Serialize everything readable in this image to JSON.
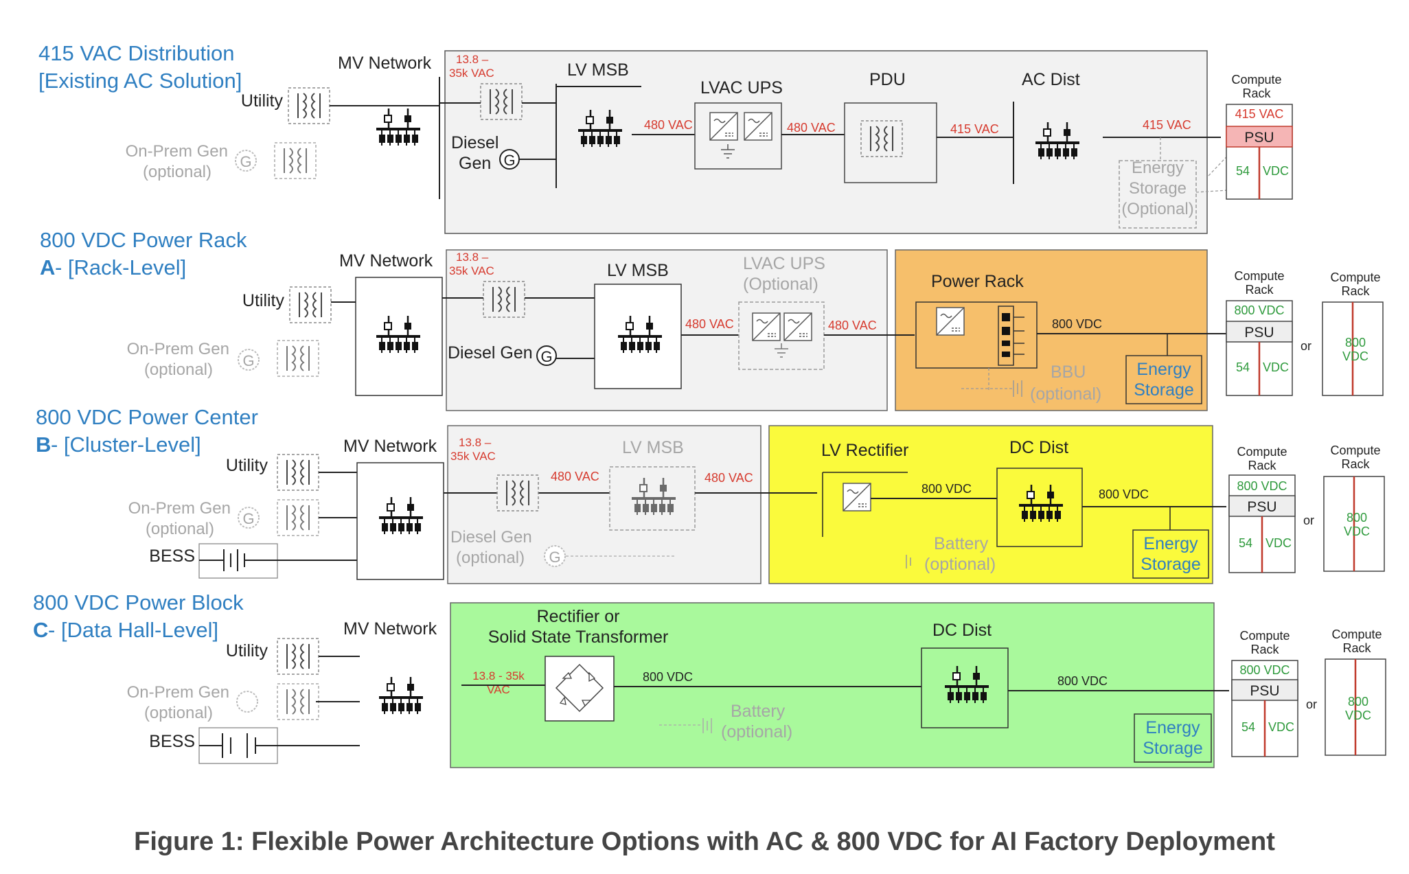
{
  "colors": {
    "title_blue": "#2f7fc1",
    "voltage_red": "#d63a2e",
    "dc_green": "#2e9a3c",
    "gray_text": "#a6a6a6",
    "panel_gray": "#f2f2f2",
    "power_rack_orange": "#f6bf6b",
    "power_center_yellow": "#fafa3c",
    "power_block_green": "#a9f99c",
    "psu_pink": "#f5b5b5"
  },
  "figure_caption": "Figure 1: Flexible Power Architecture Options with AC & 800 VDC for AI Factory Deployment",
  "rows": [
    {
      "title_line1": "415 VAC Distribution",
      "title_line2": "[Existing AC Solution]",
      "utility": "Utility",
      "onprem_line1": "On-Prem Gen",
      "onprem_line2": "(optional)",
      "mv_network": "MV Network",
      "mv_voltage_line1": "13.8 –",
      "mv_voltage_line2": "35k VAC",
      "diesel_line1": "Diesel",
      "diesel_line2": "Gen",
      "gen_symbol": "G",
      "lv_msb": "LV MSB",
      "v_480_a": "480 VAC",
      "lvac_ups": "LVAC UPS",
      "v_480_b": "480 VAC",
      "pdu": "PDU",
      "v_415_a": "415 VAC",
      "ac_dist": "AC Dist",
      "v_415_b": "415 VAC",
      "energy_line1": "Energy",
      "energy_line2": "Storage",
      "energy_line3": "(Optional)",
      "compute_line1": "Compute",
      "compute_line2": "Rack",
      "rack_input": "415 VAC",
      "psu": "PSU",
      "dc_54": "54",
      "dc_vdc": "VDC"
    },
    {
      "title_line1": "800 VDC Power Rack",
      "title_prefix": "A",
      "title_line2": " - [Rack-Level]",
      "utility": "Utility",
      "onprem_line1": "On-Prem Gen",
      "onprem_line2": "(optional)",
      "mv_network": "MV Network",
      "mv_voltage_line1": "13.8 –",
      "mv_voltage_line2": "35k VAC",
      "diesel": "Diesel Gen",
      "gen_symbol": "G",
      "lv_msb": "LV MSB",
      "v_480_a": "480 VAC",
      "lvac_ups_line1": "LVAC UPS",
      "lvac_ups_line2": "(Optional)",
      "v_480_b": "480 VAC",
      "power_rack": "Power Rack",
      "v_800": "800 VDC",
      "bbu_line1": "BBU",
      "bbu_line2": "(optional)",
      "energy_line1": "Energy",
      "energy_line2": "Storage",
      "compute_line1": "Compute",
      "compute_line2": "Rack",
      "rack_input": "800 VDC",
      "psu": "PSU",
      "dc_54": "54",
      "dc_vdc": "VDC",
      "or": "or",
      "alt_compute_line1": "Compute",
      "alt_compute_line2": "Rack",
      "alt_800": "800",
      "alt_vdc": "VDC"
    },
    {
      "title_line1": "800 VDC Power Center",
      "title_prefix": "B",
      "title_line2": " - [Cluster-Level]",
      "utility": "Utility",
      "onprem_line1": "On-Prem Gen",
      "onprem_line2": "(optional)",
      "bess": "BESS",
      "mv_network": "MV Network",
      "mv_voltage_line1": "13.8 –",
      "mv_voltage_line2": "35k VAC",
      "v_480_a": "480 VAC",
      "lv_msb": "LV MSB",
      "diesel_line1": "Diesel Gen",
      "diesel_line2": "(optional)",
      "gen_symbol": "G",
      "v_480_b": "480 VAC",
      "lv_rectifier": "LV Rectifier",
      "v_800_a": "800 VDC",
      "dc_dist": "DC Dist",
      "v_800_b": "800 VDC",
      "battery_line1": "Battery",
      "battery_line2": "(optional)",
      "energy_line1": "Energy",
      "energy_line2": "Storage",
      "compute_line1": "Compute",
      "compute_line2": "Rack",
      "rack_input": "800 VDC",
      "psu": "PSU",
      "dc_54": "54",
      "dc_vdc": "VDC",
      "or": "or",
      "alt_compute_line1": "Compute",
      "alt_compute_line2": "Rack",
      "alt_800": "800",
      "alt_vdc": "VDC"
    },
    {
      "title_line1": "800 VDC Power Block",
      "title_prefix": "C",
      "title_line2": " - [Data Hall-Level]",
      "utility": "Utility",
      "onprem_line1": "On-Prem Gen",
      "onprem_line2": "(optional)",
      "bess": "BESS",
      "mv_network": "MV Network",
      "rectifier_line1": "Rectifier or",
      "rectifier_line2": "Solid State Transformer",
      "mv_voltage_line1": "13.8 - 35k",
      "mv_voltage_line2": "VAC",
      "v_800_a": "800 VDC",
      "battery_line1": "Battery",
      "battery_line2": "(optional)",
      "dc_dist": "DC Dist",
      "v_800_b": "800 VDC",
      "energy_line1": "Energy",
      "energy_line2": "Storage",
      "compute_line1": "Compute",
      "compute_line2": "Rack",
      "rack_input": "800 VDC",
      "psu": "PSU",
      "dc_54": "54",
      "dc_vdc": "VDC",
      "or": "or",
      "alt_compute_line1": "Compute",
      "alt_compute_line2": "Rack",
      "alt_800": "800",
      "alt_vdc": "VDC"
    }
  ]
}
